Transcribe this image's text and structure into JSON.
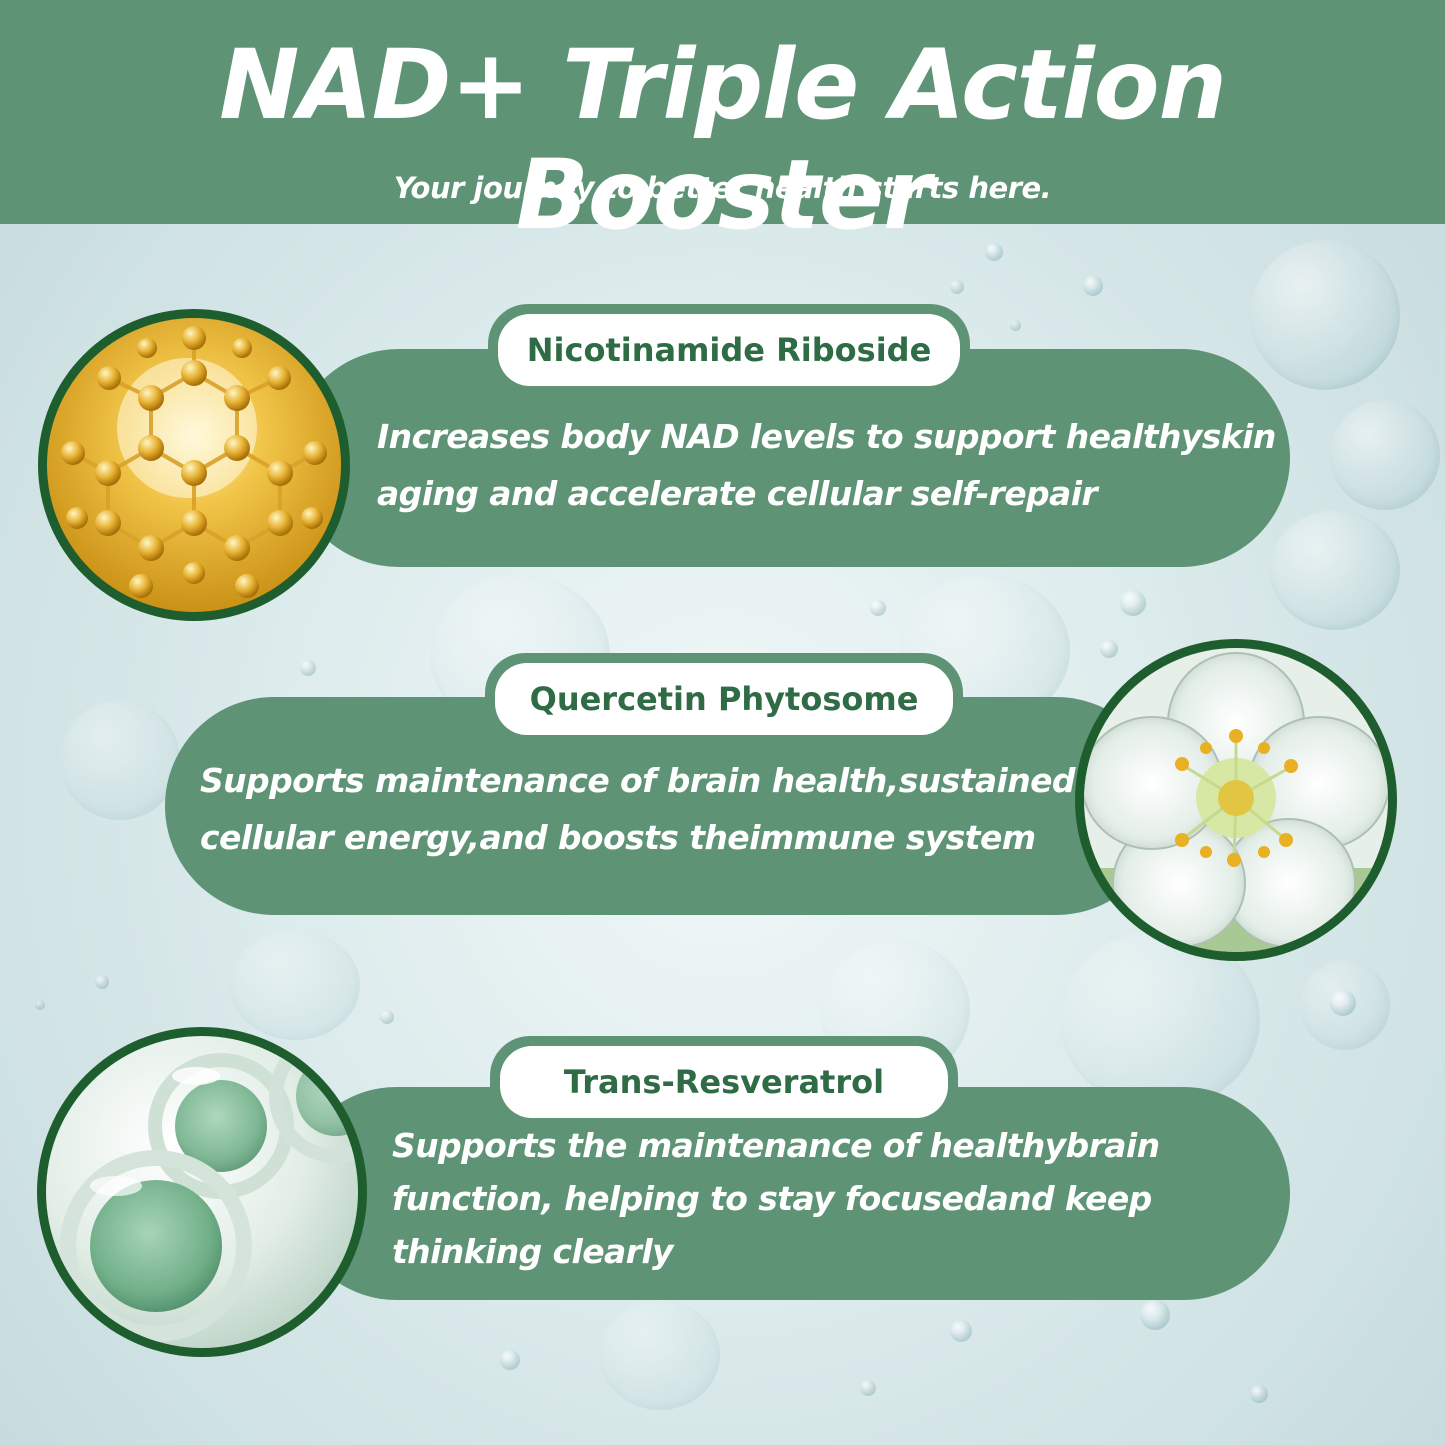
{
  "header": {
    "title": "NAD+ Triple Action Booster",
    "subtitle": "Your journey to better health starts here."
  },
  "colors": {
    "brand_green": "#5e9475",
    "dark_green": "#1e5e2e",
    "label_text": "#2f6b45"
  },
  "features": [
    {
      "name": "Nicotinamide Riboside",
      "lines": [
        "Increases body NAD levels to support healthyskin",
        "aging and accelerate cellular self-repair"
      ],
      "image": "molecule-icon"
    },
    {
      "name": "Quercetin Phytosome",
      "lines": [
        "Supports maintenance of brain health,sustained",
        "cellular energy,and boosts theimmune system"
      ],
      "image": "flower-icon"
    },
    {
      "name": "Trans-Resveratrol",
      "lines": [
        "Supports the maintenance of healthybrain",
        "function, helping to stay focusedand keep",
        "thinking clearly"
      ],
      "image": "capsule-icon"
    }
  ]
}
